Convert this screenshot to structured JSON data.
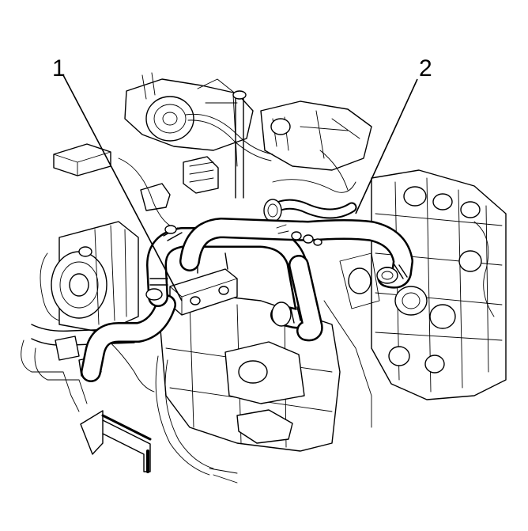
{
  "diagram": {
    "callouts": [
      {
        "id": "1",
        "label": "1"
      },
      {
        "id": "2",
        "label": "2"
      }
    ],
    "icons": [
      "front-direction-arrow-icon"
    ],
    "colors": {
      "line": "#000000",
      "background": "#ffffff"
    }
  }
}
